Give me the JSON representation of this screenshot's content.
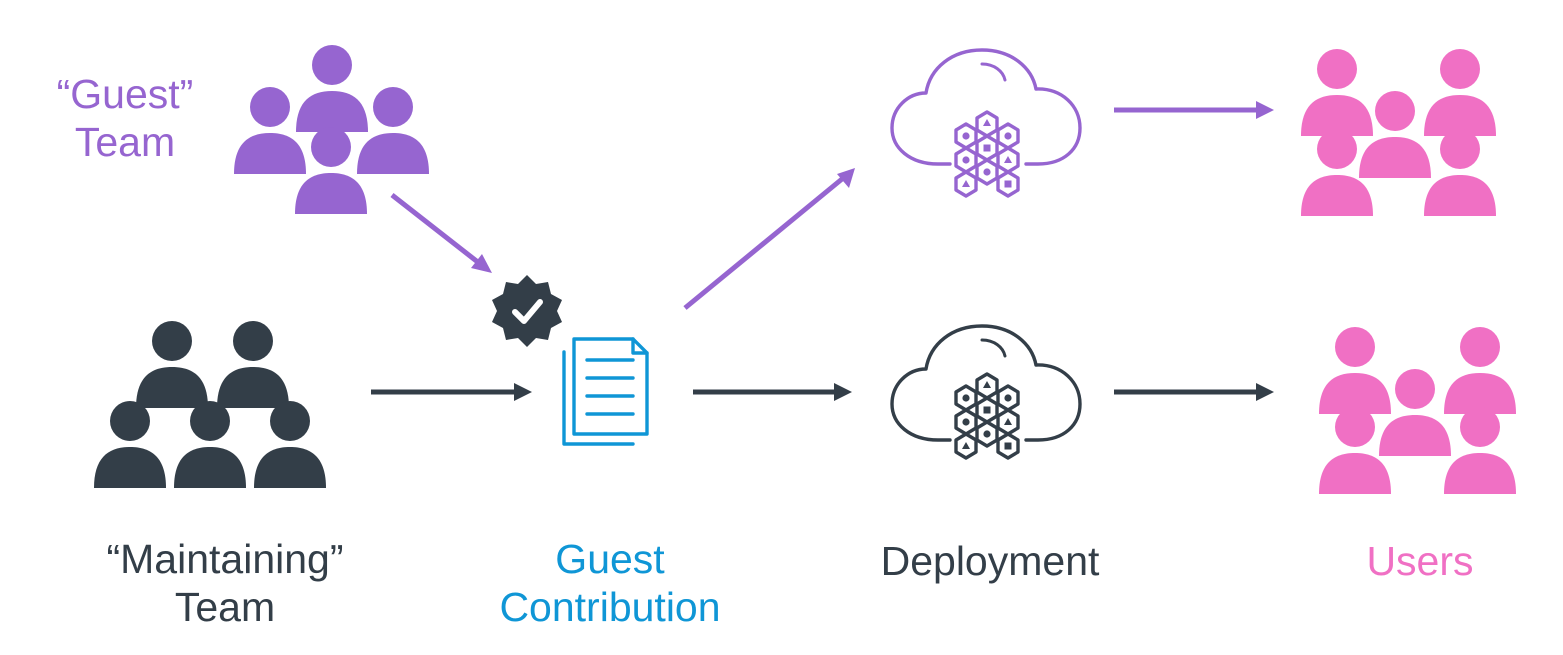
{
  "colors": {
    "guest": "#9665d0",
    "maintaining": "#333e48",
    "contribution": "#0f96d6",
    "users": "#f070c4",
    "badge": "#333e48"
  },
  "icons": {
    "guest_team": "people-group-icon",
    "maintaining_team": "people-group-icon",
    "approval_badge": "verified-check-badge-icon",
    "contribution": "documents-icon",
    "deployment": "cloud-cluster-icon",
    "users": "people-group-icon"
  },
  "labels": {
    "guest_team": [
      "“Guest”",
      "Team"
    ],
    "maintaining_team": [
      "“Maintaining”",
      "Team"
    ],
    "guest_contribution": [
      "Guest",
      "Contribution"
    ],
    "deployment": "Deployment",
    "users": "Users"
  }
}
